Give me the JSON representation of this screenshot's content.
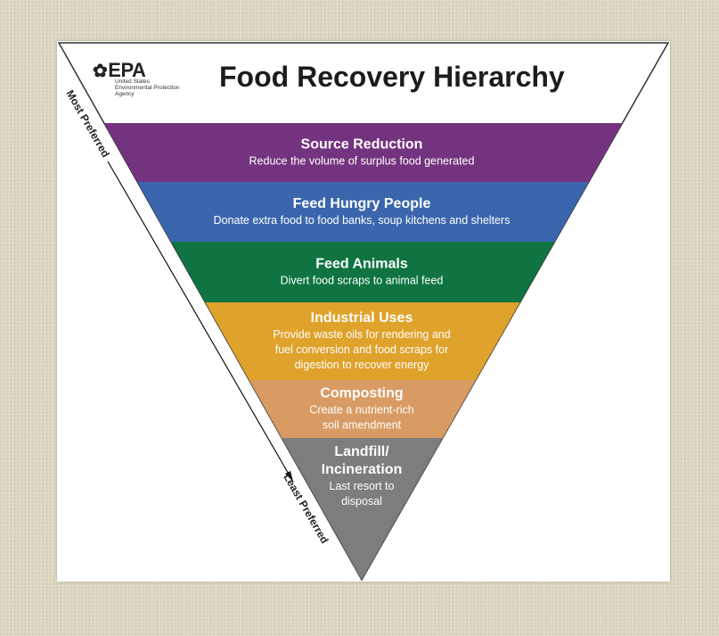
{
  "logo": {
    "mark": "EPA",
    "agency_lines": [
      "United States",
      "Environmental Protection",
      "Agency"
    ]
  },
  "title": "Food Recovery Hierarchy",
  "side_labels": {
    "top": "Most Preferred",
    "bottom": "Least Preferred"
  },
  "layers": [
    {
      "id": "source-reduction",
      "title": [
        "Source Reduction"
      ],
      "description": [
        "Reduce the volume of surplus food generated"
      ],
      "color": "#74337e"
    },
    {
      "id": "feed-hungry-people",
      "title": [
        "Feed Hungry People"
      ],
      "description": [
        "Donate extra food to food banks, soup kitchens and shelters"
      ],
      "color": "#3b66ad"
    },
    {
      "id": "feed-animals",
      "title": [
        "Feed Animals"
      ],
      "description": [
        "Divert food scraps to animal feed"
      ],
      "color": "#0f7441"
    },
    {
      "id": "industrial-uses",
      "title": [
        "Industrial Uses"
      ],
      "description": [
        "Provide waste oils for rendering and",
        "fuel conversion and food scraps for",
        "digestion to recover energy"
      ],
      "color": "#dfa22b"
    },
    {
      "id": "composting",
      "title": [
        "Composting"
      ],
      "description": [
        "Create a nutrient-rich",
        "soil amendment"
      ],
      "color": "#d89b63"
    },
    {
      "id": "landfill-incineration",
      "title": [
        "Landfill/",
        "Incineration"
      ],
      "description": [
        "Last resort to",
        "disposal"
      ],
      "color": "#7d7c7e"
    }
  ],
  "colors": {
    "background": "#dcd7c0",
    "panel": "#ffffff",
    "outline": "#333333"
  }
}
